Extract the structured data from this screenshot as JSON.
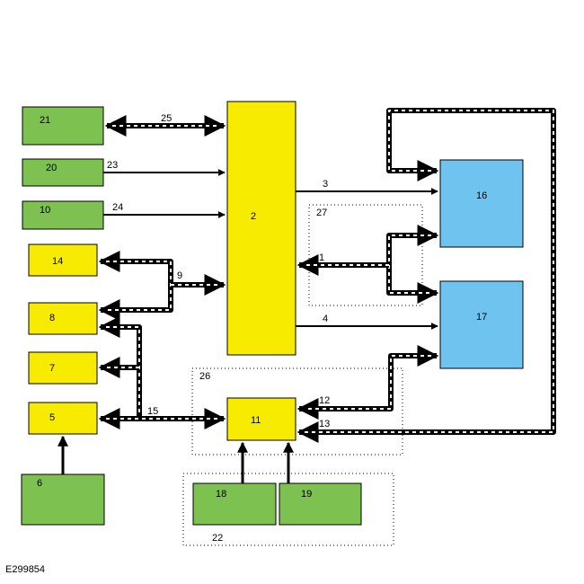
{
  "figure_id": "E299854",
  "colors": {
    "green": "#7dc150",
    "yellow": "#f7eb00",
    "blue": "#6fc3ef",
    "line": "#000000",
    "dash": "#ffffff"
  },
  "blocks": {
    "b21": "21",
    "b20": "20",
    "b10": "10",
    "b14": "14",
    "b8": "8",
    "b7": "7",
    "b5": "5",
    "b6": "6",
    "b2": "2",
    "b11": "11",
    "b16": "16",
    "b17": "17",
    "b18": "18",
    "b19": "19"
  },
  "connectors": {
    "c1": "1",
    "c3": "3",
    "c4": "4",
    "c9": "9",
    "c12": "12",
    "c13": "13",
    "c15": "15",
    "c23": "23",
    "c24": "24",
    "c25": "25"
  },
  "groups": {
    "g22": "22",
    "g26": "26",
    "g27": "27"
  }
}
